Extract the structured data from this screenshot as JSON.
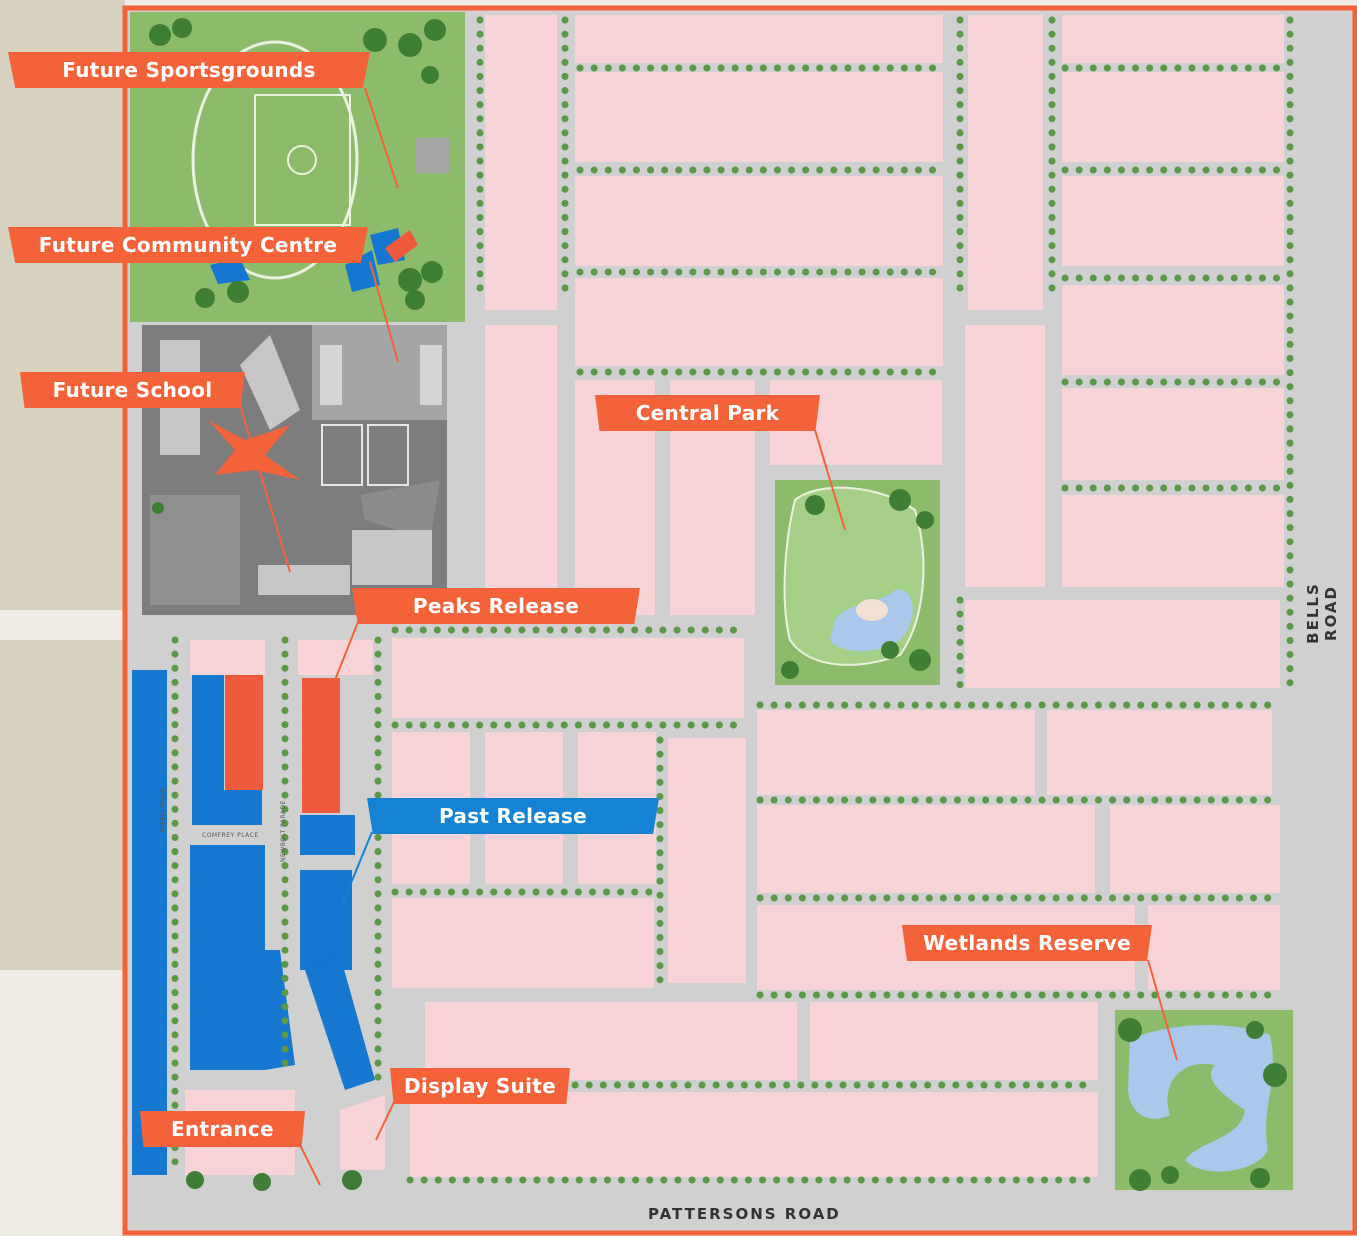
{
  "labels": {
    "future_sportsgrounds": "Future Sportsgrounds",
    "future_community_centre": "Future Community Centre",
    "future_school": "Future School",
    "central_park": "Central Park",
    "peaks_release": "Peaks Release",
    "past_release": "Past Release",
    "wetlands_reserve": "Wetlands Reserve",
    "display_suite": "Display Suite",
    "entrance": "Entrance"
  },
  "roads": {
    "bells_road": "BELLS ROAD",
    "pattersons_road": "PATTERSONS ROAD",
    "risely_road": "RISELY ROAD",
    "comfrey_place": "COMFREY PLACE",
    "newbolt_parade": "NEWBOLT PARADE"
  },
  "colors": {
    "boundary": "#f4623a",
    "label_orange": "#f4623a",
    "label_blue": "#1483d6",
    "lot_pink": "#f8d3d8",
    "lot_blue": "#1577d0",
    "lot_red": "#ee5a3b",
    "road": "#d0d0d0",
    "grass": "#8dbb6c",
    "school": "#7d7d7d",
    "water": "#a9c8ec"
  }
}
